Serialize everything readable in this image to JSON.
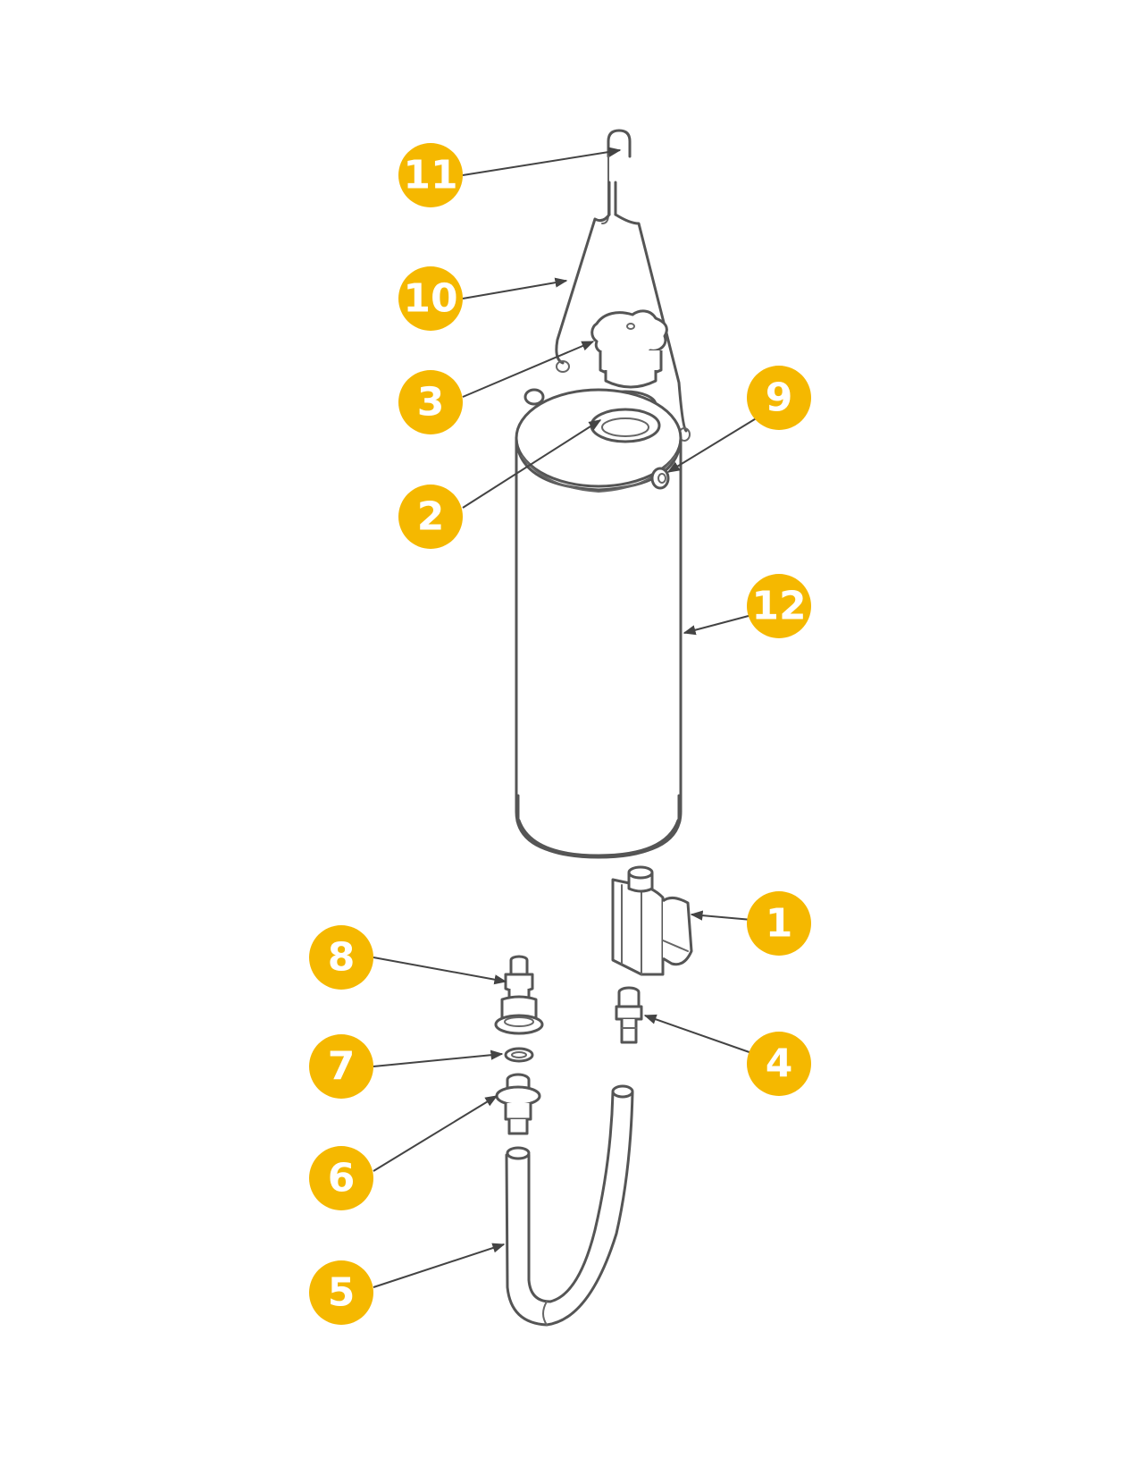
{
  "colors": {
    "callout": "#F5B800",
    "callout_text": "#FFFFFF",
    "line": "#555555"
  },
  "callouts": [
    {
      "id": "11",
      "label": "11"
    },
    {
      "id": "10",
      "label": "10"
    },
    {
      "id": "3",
      "label": "3"
    },
    {
      "id": "9",
      "label": "9"
    },
    {
      "id": "2",
      "label": "2"
    },
    {
      "id": "12",
      "label": "12"
    },
    {
      "id": "1",
      "label": "1"
    },
    {
      "id": "8",
      "label": "8"
    },
    {
      "id": "7",
      "label": "7"
    },
    {
      "id": "4",
      "label": "4"
    },
    {
      "id": "6",
      "label": "6"
    },
    {
      "id": "5",
      "label": "5"
    }
  ]
}
